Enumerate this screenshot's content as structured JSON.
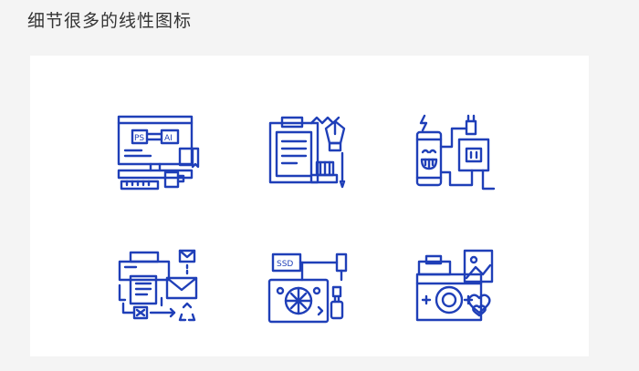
{
  "title": "细节很多的线性图标",
  "accent_color": "#1f3fb8",
  "icons": [
    {
      "name": "design-workstation-icon",
      "labels": {
        "left": "PS",
        "right": "AI"
      }
    },
    {
      "name": "writing-desk-icon"
    },
    {
      "name": "smartphone-charging-icon"
    },
    {
      "name": "printer-workflow-icon"
    },
    {
      "name": "ssd-storage-icon",
      "labels": {
        "ssd": "SSD"
      }
    },
    {
      "name": "camera-photo-icon"
    }
  ]
}
